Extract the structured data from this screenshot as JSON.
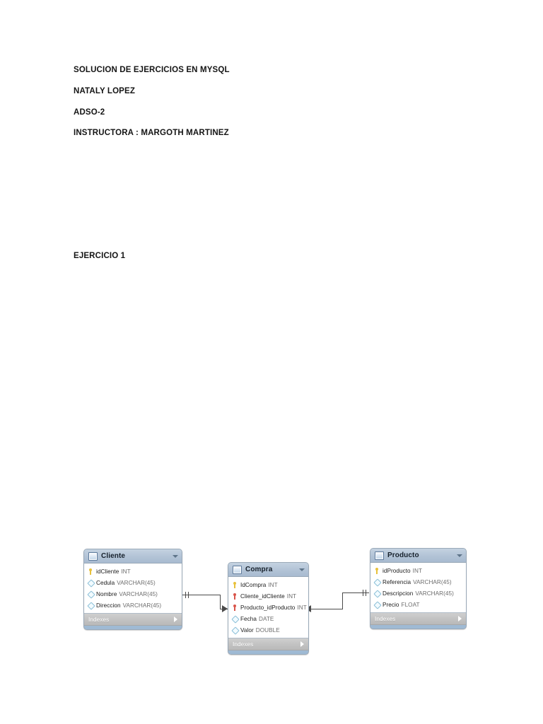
{
  "document": {
    "title": "SOLUCION DE EJERCICIOS EN MYSQL",
    "author": "NATALY LOPEZ",
    "course": "ADSO-2",
    "instructor": "INSTRUCTORA : MARGOTH MARTINEZ",
    "exercise_label": "EJERCICIO 1"
  },
  "colors": {
    "header_blue": "#b3c4d6",
    "footer_gray": "#c2c2c2",
    "strip_blue": "#9fbad4",
    "pk_key": "#e8c13c",
    "fk_key": "#d9544a",
    "column_diamond": "#8cc0d8",
    "connector": "#4a4a4a"
  },
  "diagram": {
    "type": "entity-relationship",
    "notation": "crows-foot",
    "footer_label": "Indexes",
    "entities": [
      {
        "name": "Cliente",
        "icon": "table-icon",
        "fields": [
          {
            "name": "idCliente",
            "type": "INT",
            "key": "pk"
          },
          {
            "name": "Cedula",
            "type": "VARCHAR(45)",
            "key": "col"
          },
          {
            "name": "Nombre",
            "type": "VARCHAR(45)",
            "key": "col"
          },
          {
            "name": "Direccion",
            "type": "VARCHAR(45)",
            "key": "col"
          }
        ]
      },
      {
        "name": "Compra",
        "icon": "table-icon",
        "fields": [
          {
            "name": "IdCompra",
            "type": "INT",
            "key": "pk"
          },
          {
            "name": "Cliente_idCliente",
            "type": "INT",
            "key": "fk"
          },
          {
            "name": "Producto_idProducto",
            "type": "INT",
            "key": "fk"
          },
          {
            "name": "Fecha",
            "type": "DATE",
            "key": "col"
          },
          {
            "name": "Valor",
            "type": "DOUBLE",
            "key": "col"
          }
        ]
      },
      {
        "name": "Producto",
        "icon": "table-icon",
        "fields": [
          {
            "name": "idProducto",
            "type": "INT",
            "key": "pk"
          },
          {
            "name": "Referencia",
            "type": "VARCHAR(45)",
            "key": "col"
          },
          {
            "name": "Descripcion",
            "type": "VARCHAR(45)",
            "key": "col"
          },
          {
            "name": "Precio",
            "type": "FLOAT",
            "key": "col"
          }
        ]
      }
    ],
    "relationships": [
      {
        "from": "Cliente",
        "to": "Compra",
        "from_cardinality": "one",
        "to_cardinality": "many"
      },
      {
        "from": "Producto",
        "to": "Compra",
        "from_cardinality": "one",
        "to_cardinality": "many"
      }
    ]
  }
}
